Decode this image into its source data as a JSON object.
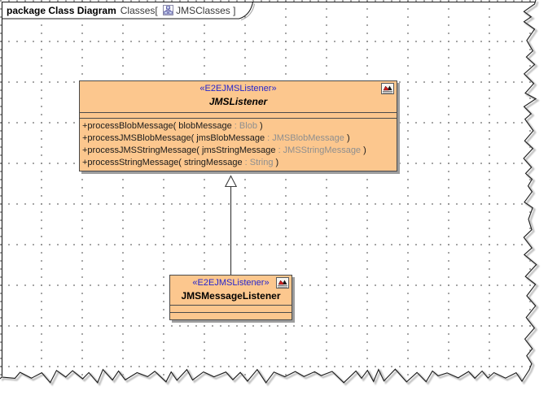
{
  "frame": {
    "keyword": "package Class Diagram",
    "context": "Classes[ ",
    "diagram_name": "JMSClasses ]"
  },
  "classes": {
    "listener": {
      "stereotype": "«E2EJMSListener»",
      "name": "JMSListener",
      "operations": [
        {
          "sig": "+processBlobMessage( blobMessage",
          "type": " : Blob",
          "close": " )"
        },
        {
          "sig": "+processJMSBlobMessage( jmsBlobMessage",
          "type": " : JMSBlobMessage",
          "close": " )"
        },
        {
          "sig": "+processJMSStringMessage( jmsStringMessage",
          "type": " : JMSStringMessage",
          "close": " )"
        },
        {
          "sig": "+processStringMessage( stringMessage",
          "type": " : String",
          "close": " )"
        }
      ]
    },
    "message_listener": {
      "stereotype": "«E2EJMSListener»",
      "name": "JMSMessageListener"
    }
  },
  "relationship": {
    "type": "generalization",
    "from": "JMSMessageListener",
    "to": "JMSListener"
  },
  "colors": {
    "class_fill": "#FCC78E",
    "class_border": "#4A4A4A",
    "stereotype_text": "#2626CC",
    "type_text": "#8F8F8F",
    "drop_shadow": "#9D9D9D",
    "grid_dot": "#858585"
  }
}
